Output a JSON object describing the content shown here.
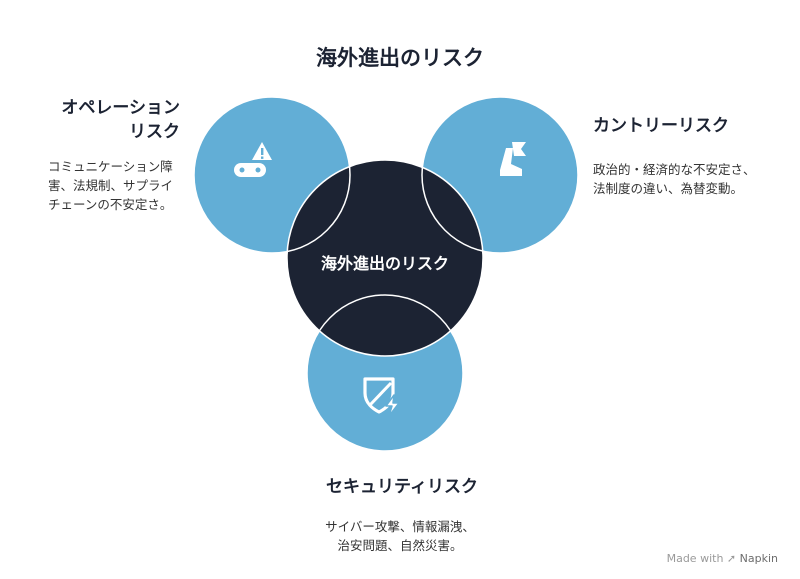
{
  "title": "海外進出のリスク",
  "center": {
    "label": "海外進出のリスク"
  },
  "risks": [
    {
      "id": "operation",
      "label_line1": "オペレーション",
      "label_line2": "リスク",
      "desc_line1": "コミュニケーション障",
      "desc_line2": "害、法規制、サプライ",
      "desc_line3": "チェーンの不安定さ。",
      "icon": "link-warning-icon"
    },
    {
      "id": "country",
      "label_line1": "カントリーリスク",
      "desc_line1": "政治的・経済的な不安定さ、",
      "desc_line2": "法制度の違い、為替変動。",
      "icon": "boot-flag-icon"
    },
    {
      "id": "security",
      "label_line1": "セキュリティリスク",
      "desc_line1": "サイバー攻撃、情報漏洩、",
      "desc_line2": "治安問題、自然災害。",
      "icon": "shield-bolt-icon"
    }
  ],
  "colors": {
    "outer_circle": "#62aed6",
    "center_circle": "#1c2333",
    "outline": "#ffffff"
  },
  "watermark": {
    "prefix": "Made with",
    "brand": "Napkin"
  }
}
